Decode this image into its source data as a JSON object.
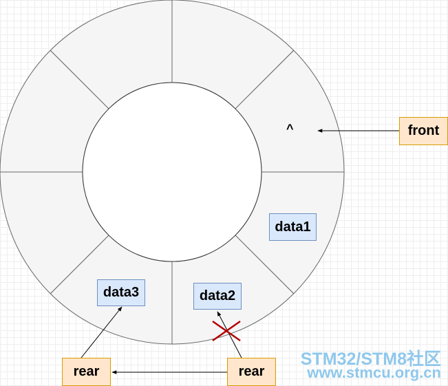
{
  "ring": {
    "slots": 8,
    "fill_color": "#f5f5f5",
    "stroke_color": "#666666"
  },
  "cells": {
    "data1": "data1",
    "data2": "data2",
    "data3": "data3"
  },
  "front_slot_marker": "^",
  "pointers": {
    "front": "front",
    "rear_new": "rear",
    "rear_old": "rear"
  },
  "colors": {
    "data_fill": "#dae8fc",
    "data_border": "#6c8ebf",
    "pointer_fill": "#ffe6cc",
    "pointer_border": "#d79b00",
    "cross_mark": "#b20000"
  },
  "watermark": {
    "line1": "STM32/STM8社区",
    "line2": "www.stmcu.org.cn"
  }
}
